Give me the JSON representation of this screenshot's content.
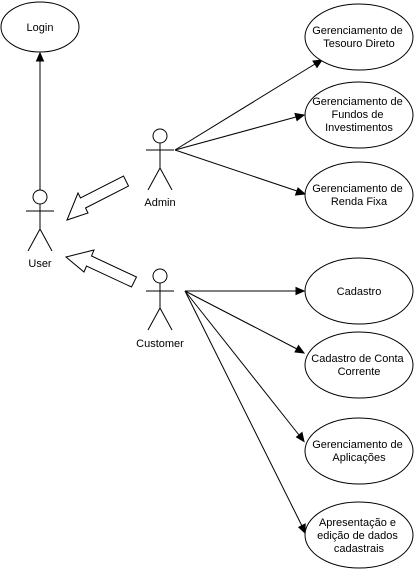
{
  "actors": {
    "user": "User",
    "admin": "Admin",
    "customer": "Customer"
  },
  "use_cases": {
    "login": [
      "Login"
    ],
    "tesouro_direto": [
      "Gerenciamento de",
      "Tesouro Direto"
    ],
    "fundos": [
      "Gerenciamento de",
      "Fundos de",
      "Investimentos"
    ],
    "renda_fixa": [
      "Gerenciamento de",
      "Renda Fixa"
    ],
    "cadastro": [
      "Cadastro"
    ],
    "conta_corrente": [
      "Cadastro de Conta",
      "Corrente"
    ],
    "aplicacoes": [
      "Gerenciamento de",
      "Aplicações"
    ],
    "apresentacao": [
      "Apresentação e",
      "edição de dados",
      "cadastrais"
    ]
  }
}
